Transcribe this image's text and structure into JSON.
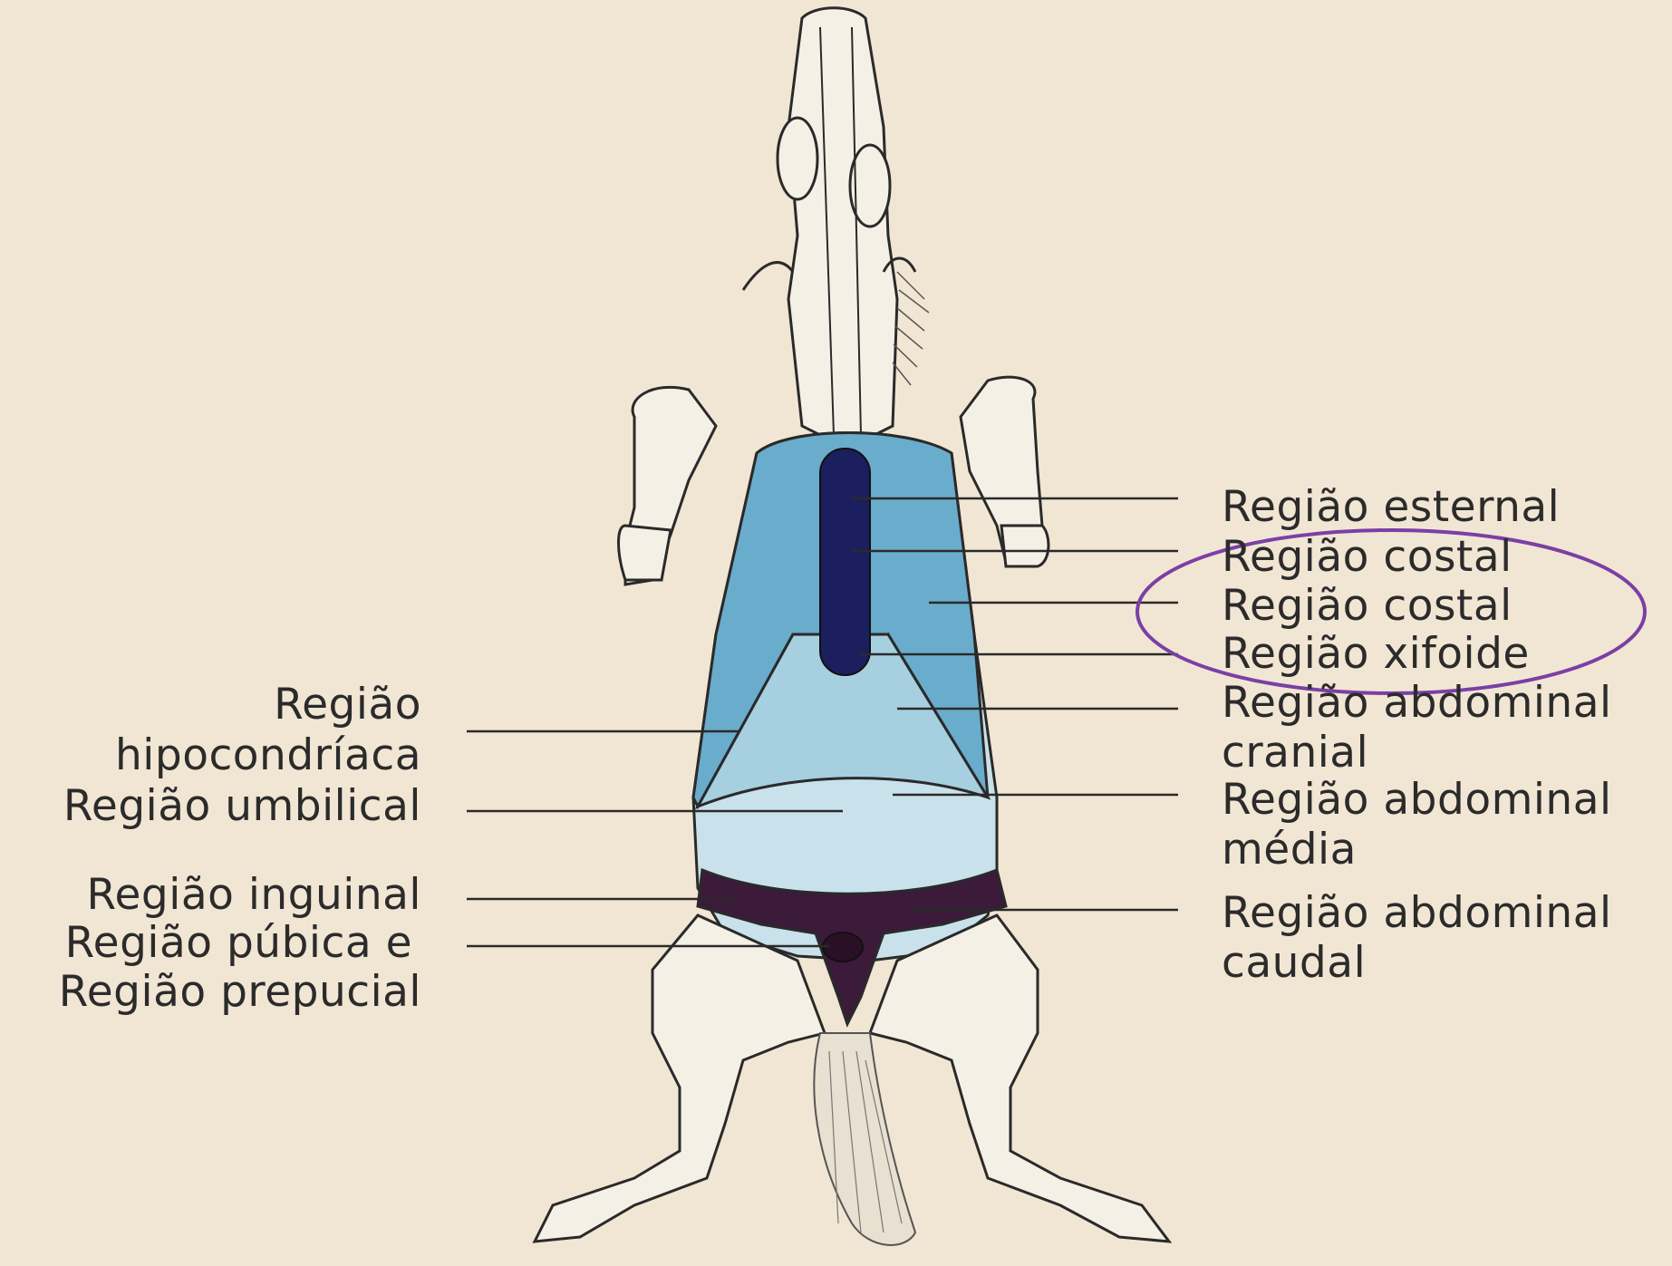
{
  "labels_left": {
    "hipocondriaca_1": "Região",
    "hipocondriaca_2": "hipocondríaca",
    "umbilical": "Região umbilical",
    "inguinal": "Região inguinal",
    "pubica": "Região púbica e",
    "prepucial": "Região prepucial"
  },
  "labels_right": {
    "esternal": "Região esternal",
    "costal_1": "Região costal",
    "costal_2": "Região costal",
    "xifoide": "Região xifoide",
    "abd_cranial_1": "Região abdominal",
    "abd_cranial_2": "cranial",
    "abd_media_1": "Região abdominal",
    "abd_media_2": "média",
    "abd_caudal_1": "Região abdominal",
    "abd_caudal_2": "caudal"
  },
  "colors": {
    "background": "#f1e6d3",
    "body_outline": "#2a2a2a",
    "region_costal": "#6aaccc",
    "region_esternal": "#1c1f5e",
    "region_abdominal_cranial": "#a6cfdf",
    "region_abdominal_media": "#c9e1ea",
    "region_caudal": "#3b1a3a",
    "highlight_ellipse": "#7b3fa6"
  }
}
